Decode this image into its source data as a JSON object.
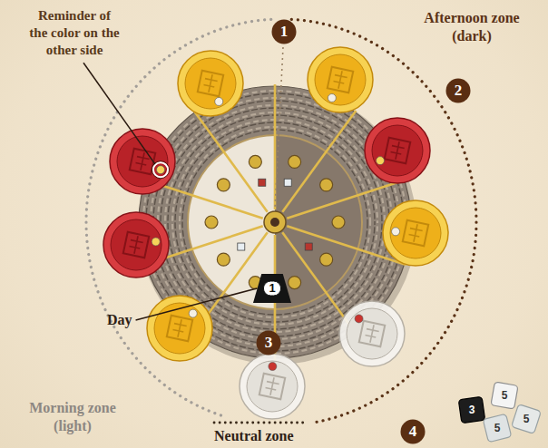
{
  "diagram": {
    "nodes": [
      {
        "text": [
          "1"
        ]
      },
      {
        "text": [
          "2"
        ]
      },
      {
        "text": [
          "1"
        ]
      },
      {
        "text": [
          "3"
        ]
      },
      {
        "text": [
          "4"
        ]
      }
    ],
    "labels": [
      "Reminder of the color on the other side",
      "Afternoon zone (dark)",
      "Day",
      "Morning zone (light)",
      "Neutral zone",
      "5",
      "3",
      "5",
      "5"
    ]
  }
}
